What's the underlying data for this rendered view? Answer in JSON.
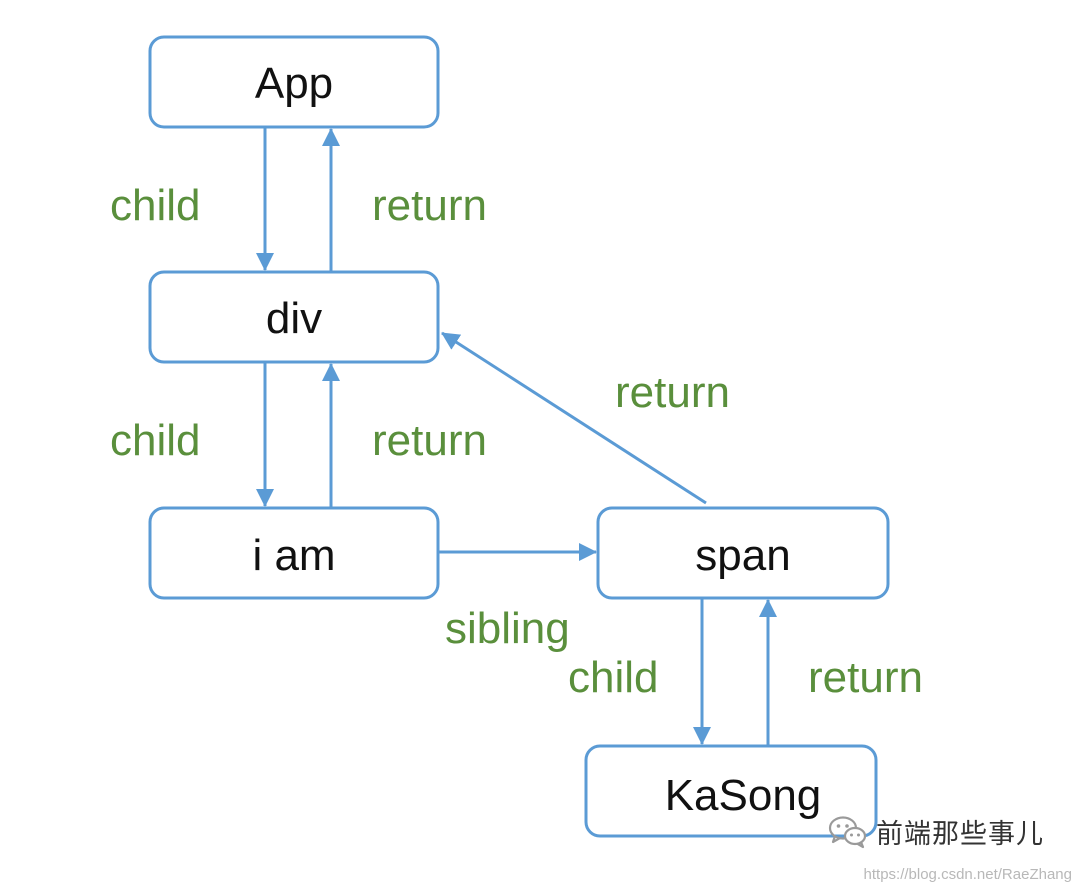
{
  "diagram": {
    "nodes": {
      "app": "App",
      "div": "div",
      "iam": "i am",
      "span": "span",
      "kasong": "KaSong"
    },
    "edges": {
      "app_div_child": "child",
      "div_app_return": "return",
      "div_iam_child": "child",
      "iam_div_return": "return",
      "span_div_return": "return",
      "iam_span_sibling": "sibling",
      "span_kasong_child": "child",
      "kasong_span_return": "return"
    }
  },
  "watermark": {
    "title": "前端那些事儿",
    "url": "https://blog.csdn.net/RaeZhang"
  },
  "colors": {
    "node_border": "#5b9bd5",
    "edge": "#5b9bd5",
    "edge_label": "#5a8f3c",
    "node_text": "#111111"
  }
}
